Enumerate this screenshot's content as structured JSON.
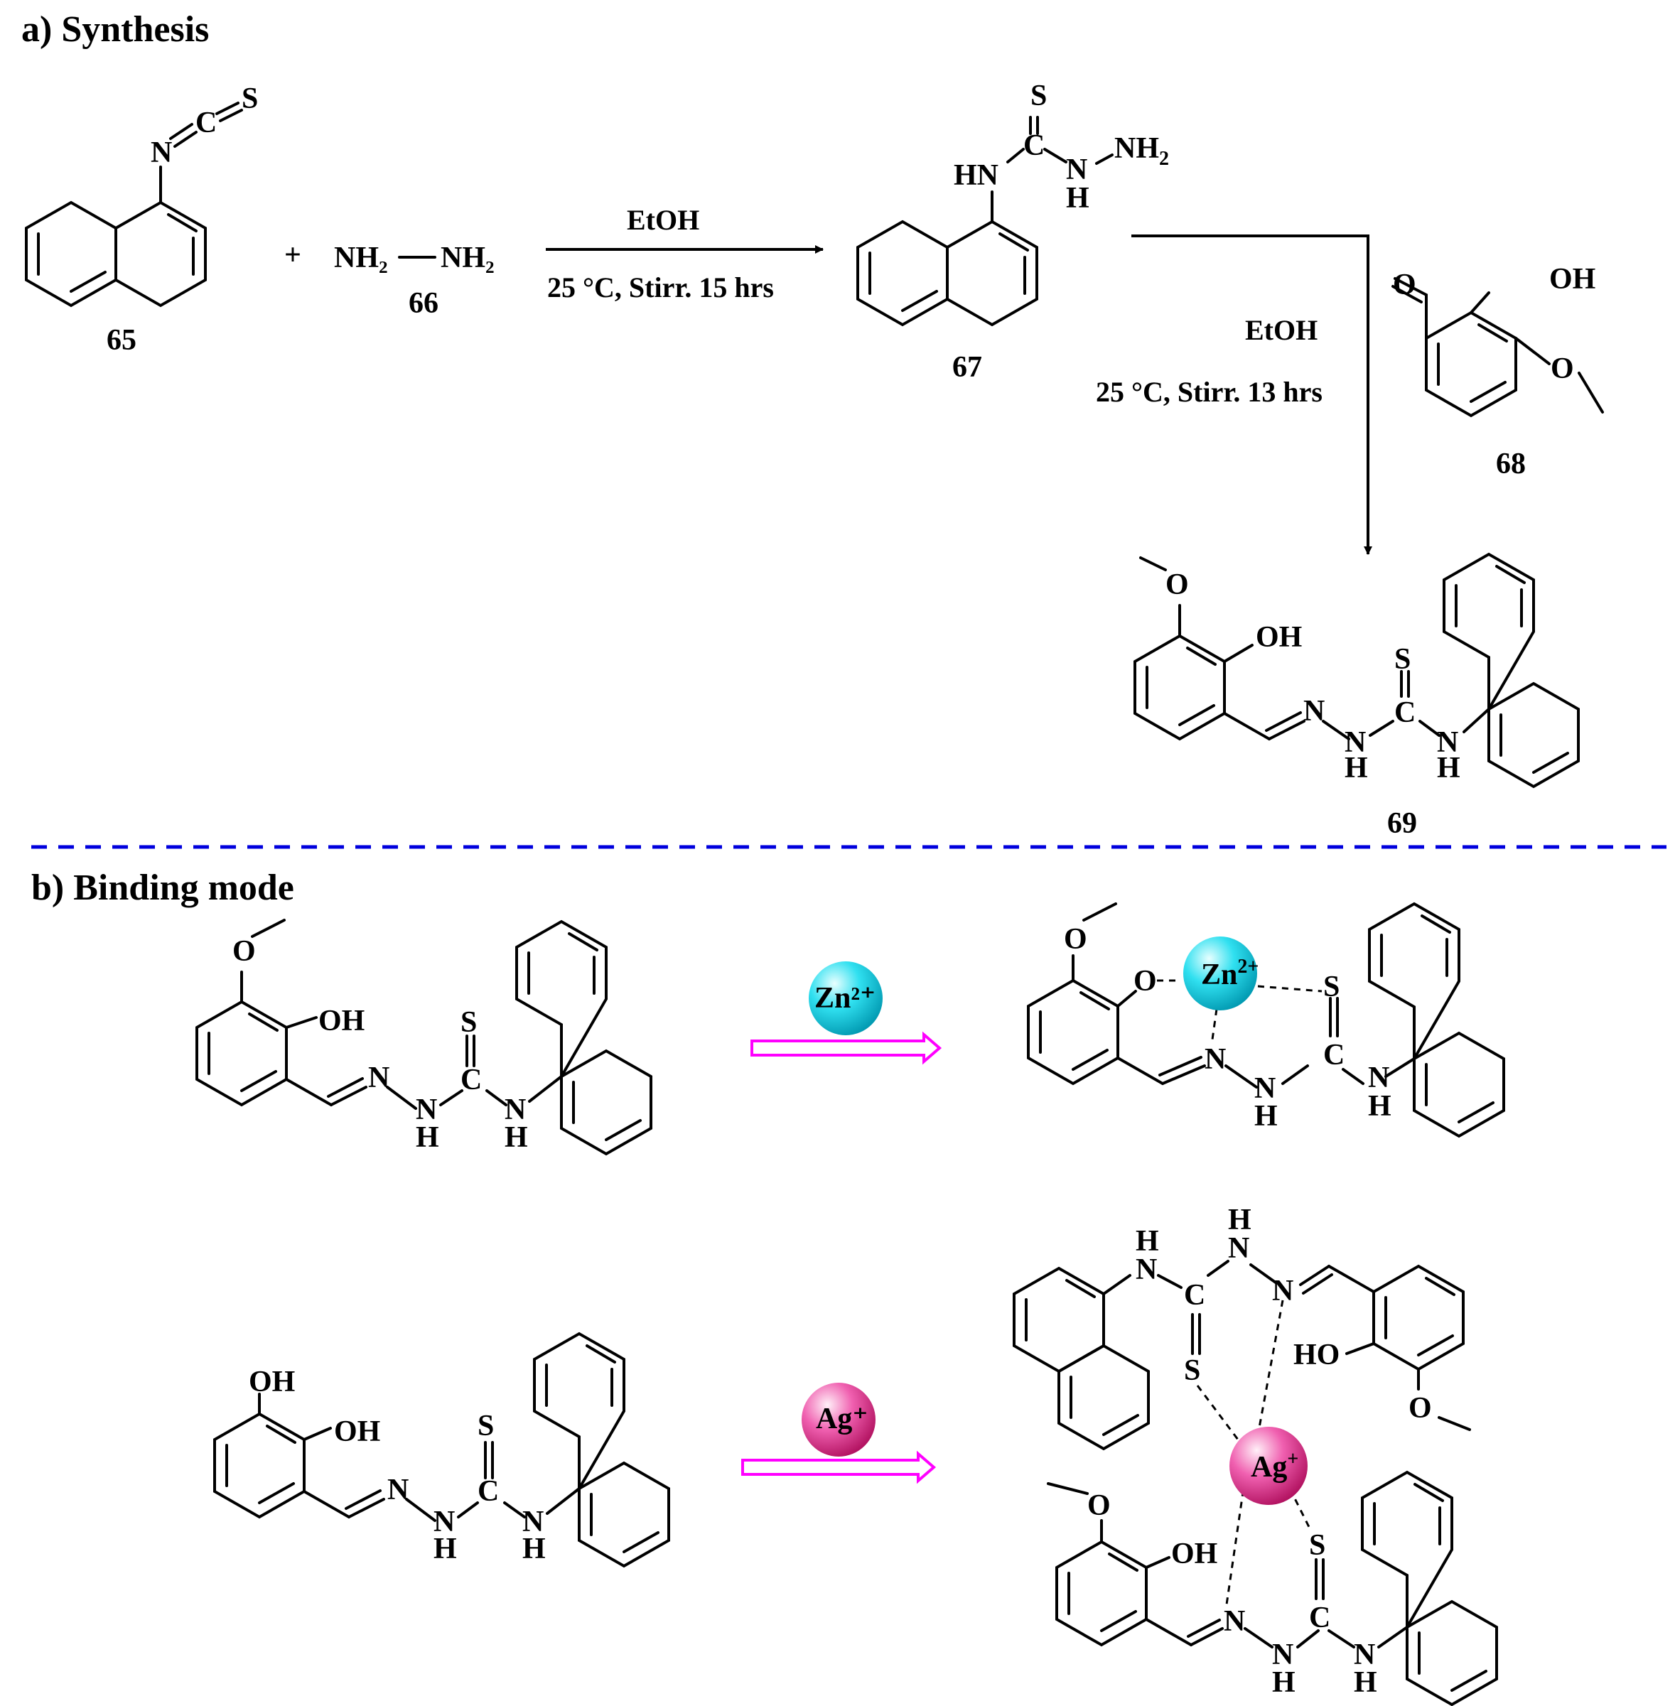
{
  "sections": {
    "synthesis": "a) Synthesis",
    "binding": "b) Binding mode"
  },
  "compounds": {
    "c65": "65",
    "c66": "66",
    "c67": "67",
    "c68": "68",
    "c69": "69"
  },
  "conditions": {
    "step1_reagent": "EtOH",
    "step1_conditions": "25 °C, Stirr. 15 hrs",
    "step2_reagent": "EtOH",
    "step2_conditions": "25 °C, Stirr. 13 hrs"
  },
  "reagents": {
    "plus": "+",
    "hydrazine_left": "NH₂",
    "hydrazine_right": "NH₂"
  },
  "ions": {
    "zinc": "Zn²⁺",
    "silver": "Ag⁺"
  },
  "colors": {
    "oxygen": "#ff0000",
    "nitrogen": "#0000ff",
    "sulfur": "#00dd00",
    "arrow_magenta": "#ff00ff",
    "zinc_ball": "#30e0f0",
    "silver_ball": "#f060b0",
    "divider": "#0000dd"
  }
}
